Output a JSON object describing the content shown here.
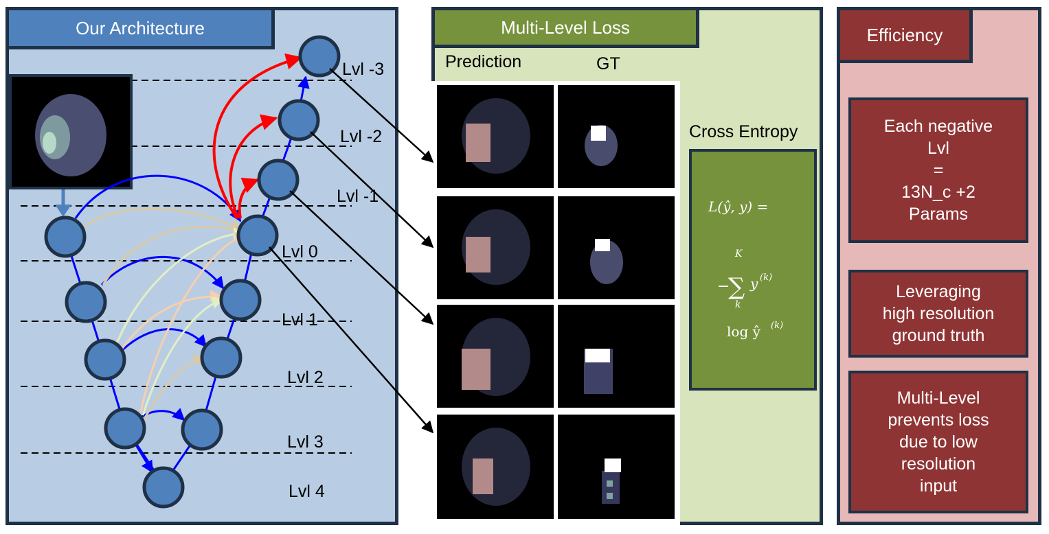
{
  "architecture": {
    "title": "Our Architecture",
    "levels": [
      "Lvl -3",
      "Lvl -2",
      "Lvl -1",
      "Lvl 0",
      "Lvl 1",
      "Lvl 2",
      "Lvl 3",
      "Lvl 4"
    ]
  },
  "loss": {
    "title": "Multi-Level Loss",
    "col_prediction": "Prediction",
    "col_gt": "GT",
    "cross_entropy": "Cross Entropy",
    "formula": {
      "line1": "L(ŷ, y) =",
      "minus": "−",
      "sum": "∑",
      "upper": "K",
      "lower": "k",
      "term": "y",
      "term_sup": "(k)",
      "log": "log ŷ",
      "log_sup": "(k)"
    }
  },
  "efficiency": {
    "title": "Efficiency",
    "box1": [
      "Each negative",
      "Lvl",
      "=",
      "13N_c +2",
      "Params"
    ],
    "box2": [
      "Leveraging",
      "high resolution",
      "ground truth"
    ],
    "box3": [
      "Multi-Level",
      "prevents loss",
      "due to low",
      "resolution",
      "input"
    ]
  },
  "colors": {
    "architecture_bg": "#b8cde3",
    "architecture_tab": "#4f81bd",
    "loss_bg": "#d8e4bc",
    "loss_tab": "#76923c",
    "efficiency_bg": "#e6b8b7",
    "efficiency_box": "#8f3434",
    "node": "#4f81bd",
    "down_edge": "#0000ff",
    "up_edge_red": "#ff0000"
  }
}
